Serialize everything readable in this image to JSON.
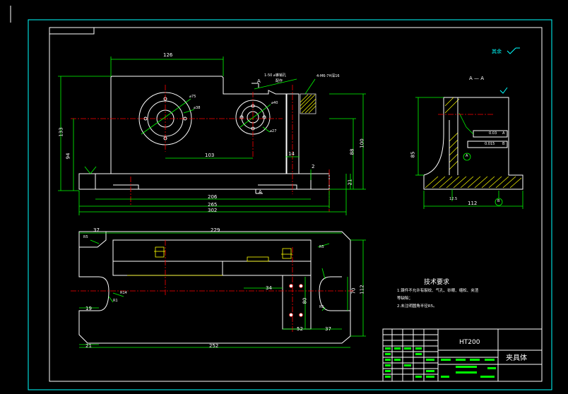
{
  "view_front": {
    "dims": {
      "d126": "126",
      "d133": "133",
      "d94": "94",
      "d103": "103",
      "d14": "14",
      "d88": "88",
      "d100": "100",
      "d21": "21",
      "d2": "2",
      "d206": "206",
      "d265": "265",
      "d302": "302",
      "phi75": "⌀75",
      "phi38": "⌀38",
      "phi40": "⌀40",
      "phi27": "⌀27"
    },
    "callouts": {
      "c1": "1-50 ⌀锥销孔",
      "c1b": "配作",
      "c2": "4-M6-7H深16"
    },
    "roughness_misc": "其余",
    "section_mark_a": "A",
    "section_mark_a2": "A"
  },
  "view_section": {
    "title": "A — A",
    "dims": {
      "d85": "85",
      "d112": "112",
      "d12_5": "12.5"
    },
    "tol1_value": "0.03",
    "tol1_datum": "A",
    "tol2_value": "0.015",
    "tol2_datum": "B",
    "datum_a": "A",
    "datum_b": "B"
  },
  "view_top": {
    "dims": {
      "d37a": "37",
      "d229": "229",
      "r5": "R5",
      "r14": "R14",
      "r1": "R1",
      "d19": "19",
      "d34": "34",
      "d80": "80",
      "d70": "70",
      "d112": "112",
      "d52": "52",
      "d37b": "37",
      "d21": "21",
      "d252": "252",
      "r5b": "R5",
      "r5c": "R5"
    }
  },
  "tech_req": {
    "title": "技术要求",
    "items": [
      "1.铸件不允许有裂纹、气孔、砂眼、缩松、夹渣",
      "   等缺陷；",
      "2.未注明圆角半径R5。"
    ]
  },
  "title_block": {
    "material": "HT200",
    "part_name": "夹具体"
  }
}
